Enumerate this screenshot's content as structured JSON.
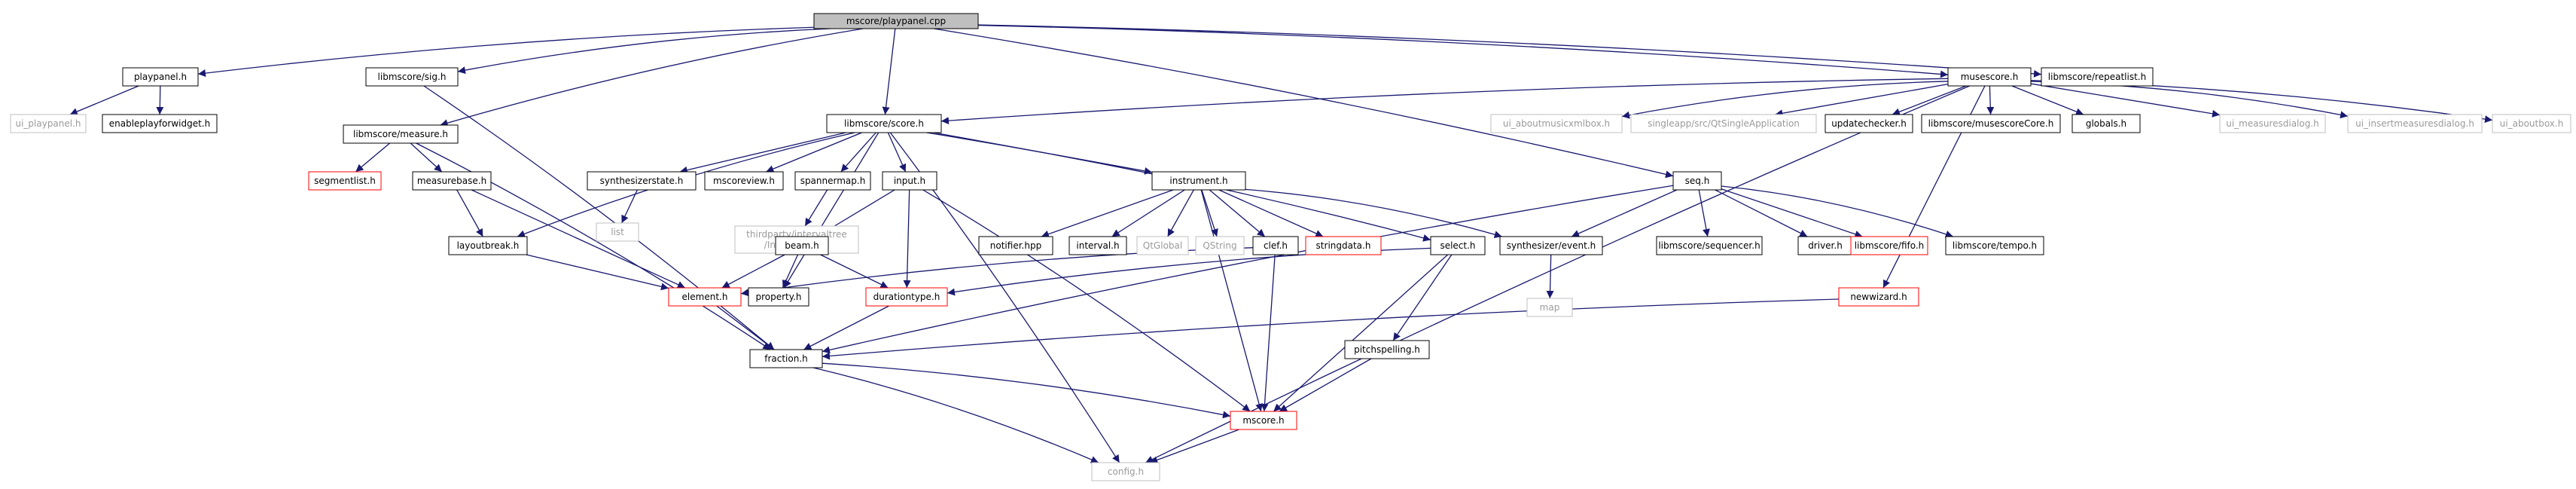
{
  "graph": {
    "nodes": [
      {
        "id": "root",
        "label": "mscore/playpanel.cpp",
        "kind": "root"
      },
      {
        "id": "playpanel",
        "label": "playpanel.h",
        "kind": "normal"
      },
      {
        "id": "ui_playpanel",
        "label": "ui_playpanel.h",
        "kind": "missing"
      },
      {
        "id": "enableplay",
        "label": "enableplayforwidget.h",
        "kind": "normal"
      },
      {
        "id": "sig",
        "label": "libmscore/sig.h",
        "kind": "normal"
      },
      {
        "id": "measure",
        "label": "libmscore/measure.h",
        "kind": "normal"
      },
      {
        "id": "segmentlist",
        "label": "segmentlist.h",
        "kind": "truncated"
      },
      {
        "id": "measurebase",
        "label": "measurebase.h",
        "kind": "normal"
      },
      {
        "id": "layoutbreak",
        "label": "layoutbreak.h",
        "kind": "normal"
      },
      {
        "id": "score",
        "label": "libmscore/score.h",
        "kind": "normal"
      },
      {
        "id": "synthstate",
        "label": "synthesizerstate.h",
        "kind": "normal"
      },
      {
        "id": "list",
        "label": "list",
        "kind": "missing"
      },
      {
        "id": "mscoreview",
        "label": "mscoreview.h",
        "kind": "normal"
      },
      {
        "id": "spannermap",
        "label": "spannermap.h",
        "kind": "normal"
      },
      {
        "id": "intervaltree",
        "label": "thirdparty/intervaltree\n/IntervalTree.h",
        "kind": "missing"
      },
      {
        "id": "input",
        "label": "input.h",
        "kind": "normal"
      },
      {
        "id": "beam",
        "label": "beam.h",
        "kind": "normal"
      },
      {
        "id": "element",
        "label": "element.h",
        "kind": "truncated"
      },
      {
        "id": "property",
        "label": "property.h",
        "kind": "normal"
      },
      {
        "id": "durationtype",
        "label": "durationtype.h",
        "kind": "truncated"
      },
      {
        "id": "fraction",
        "label": "fraction.h",
        "kind": "normal"
      },
      {
        "id": "mscore",
        "label": "mscore.h",
        "kind": "truncated"
      },
      {
        "id": "config",
        "label": "config.h",
        "kind": "missing"
      },
      {
        "id": "instrument",
        "label": "instrument.h",
        "kind": "normal"
      },
      {
        "id": "notifier",
        "label": "notifier.hpp",
        "kind": "normal"
      },
      {
        "id": "interval",
        "label": "interval.h",
        "kind": "normal"
      },
      {
        "id": "qtglobal",
        "label": "QtGlobal",
        "kind": "missing"
      },
      {
        "id": "qstring",
        "label": "QString",
        "kind": "missing"
      },
      {
        "id": "clef",
        "label": "clef.h",
        "kind": "normal"
      },
      {
        "id": "stringdata",
        "label": "stringdata.h",
        "kind": "truncated"
      },
      {
        "id": "select",
        "label": "select.h",
        "kind": "normal"
      },
      {
        "id": "pitchspelling",
        "label": "pitchspelling.h",
        "kind": "normal"
      },
      {
        "id": "synthevent",
        "label": "synthesizer/event.h",
        "kind": "normal"
      },
      {
        "id": "map",
        "label": "map",
        "kind": "missing"
      },
      {
        "id": "seq",
        "label": "seq.h",
        "kind": "normal"
      },
      {
        "id": "sequencer",
        "label": "libmscore/sequencer.h",
        "kind": "normal"
      },
      {
        "id": "driver",
        "label": "driver.h",
        "kind": "normal"
      },
      {
        "id": "fifo",
        "label": "libmscore/fifo.h",
        "kind": "truncated"
      },
      {
        "id": "tempo",
        "label": "libmscore/tempo.h",
        "kind": "normal"
      },
      {
        "id": "musescore",
        "label": "musescore.h",
        "kind": "normal"
      },
      {
        "id": "repeatlist",
        "label": "libmscore/repeatlist.h",
        "kind": "normal"
      },
      {
        "id": "ui_aboutmusicxml",
        "label": "ui_aboutmusicxmlbox.h",
        "kind": "missing"
      },
      {
        "id": "qtsingleapp",
        "label": "singleapp/src/QtSingleApplication",
        "kind": "missing"
      },
      {
        "id": "updatechecker",
        "label": "updatechecker.h",
        "kind": "normal"
      },
      {
        "id": "musescorecore",
        "label": "libmscore/musescoreCore.h",
        "kind": "normal"
      },
      {
        "id": "globals",
        "label": "globals.h",
        "kind": "normal"
      },
      {
        "id": "ui_measuresdialog",
        "label": "ui_measuresdialog.h",
        "kind": "missing"
      },
      {
        "id": "ui_insertmeasures",
        "label": "ui_insertmeasuresdialog.h",
        "kind": "missing"
      },
      {
        "id": "ui_aboutbox",
        "label": "ui_aboutbox.h",
        "kind": "missing"
      },
      {
        "id": "newwizard",
        "label": "newwizard.h",
        "kind": "truncated"
      }
    ],
    "edges": [
      [
        "root",
        "playpanel"
      ],
      [
        "root",
        "sig"
      ],
      [
        "root",
        "measure"
      ],
      [
        "root",
        "score"
      ],
      [
        "root",
        "seq"
      ],
      [
        "root",
        "musescore"
      ],
      [
        "root",
        "repeatlist"
      ],
      [
        "playpanel",
        "ui_playpanel"
      ],
      [
        "playpanel",
        "enableplay"
      ],
      [
        "sig",
        "fraction"
      ],
      [
        "measure",
        "segmentlist"
      ],
      [
        "measure",
        "measurebase"
      ],
      [
        "measure",
        "fraction"
      ],
      [
        "measurebase",
        "layoutbreak"
      ],
      [
        "measurebase",
        "element"
      ],
      [
        "layoutbreak",
        "element"
      ],
      [
        "score",
        "synthstate"
      ],
      [
        "score",
        "mscoreview"
      ],
      [
        "score",
        "spannermap"
      ],
      [
        "score",
        "input"
      ],
      [
        "score",
        "instrument"
      ],
      [
        "score",
        "select"
      ],
      [
        "score",
        "layoutbreak"
      ],
      [
        "score",
        "property"
      ],
      [
        "score",
        "config"
      ],
      [
        "synthstate",
        "list"
      ],
      [
        "spannermap",
        "intervaltree"
      ],
      [
        "input",
        "beam"
      ],
      [
        "input",
        "durationtype"
      ],
      [
        "input",
        "mscore"
      ],
      [
        "beam",
        "element"
      ],
      [
        "beam",
        "property"
      ],
      [
        "beam",
        "durationtype"
      ],
      [
        "element",
        "fraction"
      ],
      [
        "durationtype",
        "fraction"
      ],
      [
        "fraction",
        "mscore"
      ],
      [
        "fraction",
        "config"
      ],
      [
        "mscore",
        "config"
      ],
      [
        "instrument",
        "notifier"
      ],
      [
        "instrument",
        "interval"
      ],
      [
        "instrument",
        "qtglobal"
      ],
      [
        "instrument",
        "qstring"
      ],
      [
        "instrument",
        "clef"
      ],
      [
        "instrument",
        "stringdata"
      ],
      [
        "instrument",
        "synthevent"
      ],
      [
        "instrument",
        "mscore"
      ],
      [
        "clef",
        "element"
      ],
      [
        "clef",
        "mscore"
      ],
      [
        "select",
        "durationtype"
      ],
      [
        "select",
        "pitchspelling"
      ],
      [
        "select",
        "mscore"
      ],
      [
        "pitchspelling",
        "mscore"
      ],
      [
        "synthevent",
        "map"
      ],
      [
        "seq",
        "synthevent"
      ],
      [
        "seq",
        "sequencer"
      ],
      [
        "seq",
        "driver"
      ],
      [
        "seq",
        "fifo"
      ],
      [
        "seq",
        "tempo"
      ],
      [
        "seq",
        "fraction"
      ],
      [
        "musescore",
        "score"
      ],
      [
        "musescore",
        "ui_aboutmusicxml"
      ],
      [
        "musescore",
        "qtsingleapp"
      ],
      [
        "musescore",
        "updatechecker"
      ],
      [
        "musescore",
        "musescorecore"
      ],
      [
        "musescore",
        "globals"
      ],
      [
        "musescore",
        "ui_measuresdialog"
      ],
      [
        "musescore",
        "ui_insertmeasures"
      ],
      [
        "musescore",
        "ui_aboutbox"
      ],
      [
        "musescore",
        "newwizard"
      ],
      [
        "musescore",
        "config"
      ],
      [
        "newwizard",
        "fraction"
      ]
    ]
  },
  "colors": {
    "edge": "#191970",
    "root_fill": "#bfbfbf",
    "normal_border": "#000000",
    "missing_border": "#bfbfbf",
    "missing_text": "#9a9a9a",
    "truncated_border": "#ff0000"
  }
}
